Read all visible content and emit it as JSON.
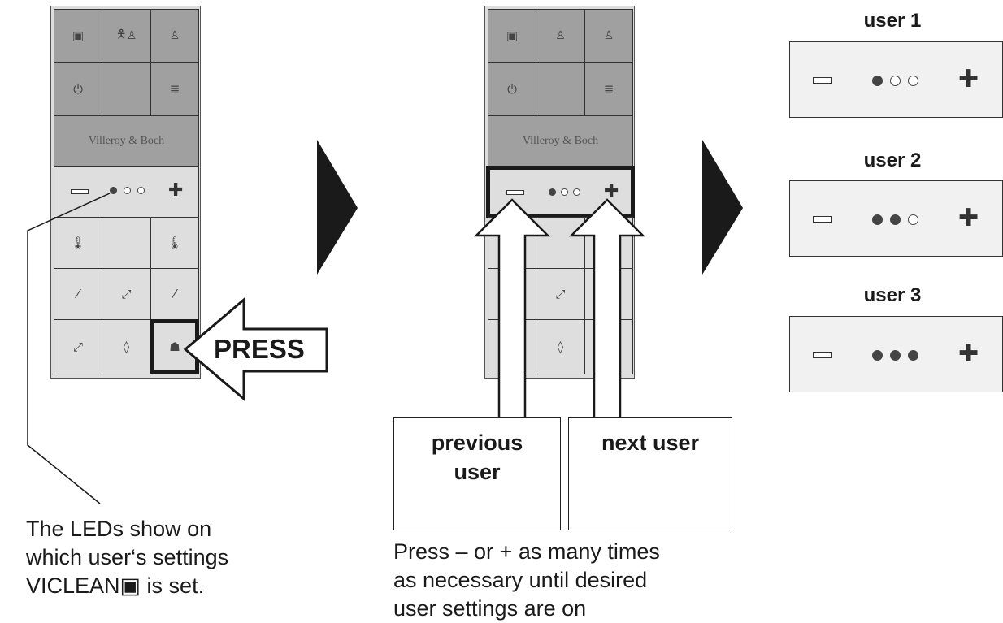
{
  "brand": "Villeroy & Boch",
  "press_label": "PRESS",
  "label_previous": "previous\nuser",
  "label_next": "next user",
  "caption_left": [
    "The LEDs show on",
    "which user‘s settings",
    "VICLEAN▣  is set."
  ],
  "caption_middle": [
    "Press – or + as many times",
    "as necessary until desired",
    "user settings are on"
  ],
  "users": [
    {
      "title": "user 1",
      "leds": [
        true,
        false,
        false
      ]
    },
    {
      "title": "user 2",
      "leds": [
        true,
        true,
        false
      ]
    },
    {
      "title": "user 3",
      "leds": [
        true,
        true,
        true
      ]
    }
  ],
  "icons": {
    "r1": [
      "stop-icon",
      "standing-person-icon",
      "person-icon"
    ],
    "r2": [
      "power-icon",
      "",
      "menu-lines-icon"
    ],
    "r4": [
      "water-temperature-icon",
      "",
      "seat-temperature-icon"
    ],
    "r5": [
      "rear-wash-icon",
      "lady-wash-icon",
      "dryer-icon"
    ],
    "r6": [
      "nozzle-position-icon",
      "water-pressure-icon",
      "user-icon"
    ]
  }
}
